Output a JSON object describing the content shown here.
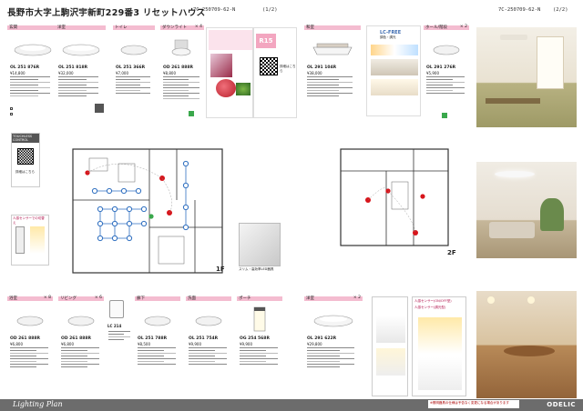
{
  "header": {
    "title": "長野市大字上駒沢宇新町229番3 リセットハウス",
    "code_left": "7C-250709-62-N",
    "page_left": "(1/2)",
    "code_right": "7C-250709-62-N",
    "page_right": "(2/2)"
  },
  "top_cards": [
    {
      "name": "玄関",
      "count": "",
      "sku": "OL 251 876R",
      "price": "¥14,800"
    },
    {
      "name": "洋室",
      "count": "",
      "sku": "OL 251 818R",
      "price": "¥32,000"
    },
    {
      "name": "トイレ",
      "count": "",
      "sku": "OL 251 366R",
      "price": "¥7,000"
    },
    {
      "name": "ダウンライト",
      "count": "× 4",
      "sku": "OD 261 888R",
      "price": "¥8,800"
    },
    {
      "name": "和室",
      "count": "",
      "sku": "OL 291 104R",
      "price": "¥38,000"
    },
    {
      "name": "ホール/階段",
      "count": "× 2",
      "sku": "OL 291 276R",
      "price": "¥5,900"
    }
  ],
  "promo": {
    "badge": "R15",
    "caption": "詳細はこちら",
    "lc_title": "LC-FREE",
    "lc_sub": "調色・調光"
  },
  "touchless": {
    "label": "TOUCHLESS CONTROL",
    "caption": "詳細はこちら"
  },
  "sensor_note": "人感センサーでの切替え",
  "fixture_note": "スリム・高効率LED器具",
  "bottom_cards": [
    {
      "name": "浴室",
      "count": "× 8",
      "sku": "OD 261 888R",
      "price": "¥6,800"
    },
    {
      "name": "リビング",
      "count": "× 6",
      "sku": "OD 261 888R",
      "price": "¥6,800"
    },
    {
      "name": "",
      "count": "",
      "sku": "LC 214",
      "price": ""
    },
    {
      "name": "廊下",
      "count": "",
      "sku": "OL 251 788R",
      "price": "¥8,500"
    },
    {
      "name": "洗面",
      "count": "",
      "sku": "OL 251 754R",
      "price": "¥9,900"
    },
    {
      "name": "ポーチ",
      "count": "",
      "sku": "OG 254 568R",
      "price": "¥9,900"
    },
    {
      "name": "洋室",
      "count": "× 2",
      "sku": "OL 291 622R",
      "price": "¥29,800"
    }
  ],
  "floors": {
    "first": "1F",
    "second": "2F"
  },
  "sensor_panel": {
    "line1": "人感センサー(ON/OFF型)",
    "line2": "人感センサー(調光型)"
  },
  "footer": {
    "brand_left": "Lighting Plan",
    "brand_right": "ODELIC",
    "warning": "※照明器具の仕様は予告なく変更になる場合があります"
  },
  "colors": {
    "accent": "#f4bcd0",
    "footer": "#6c6c6c",
    "marker": "#d7151b",
    "green": "#3aa84c"
  }
}
